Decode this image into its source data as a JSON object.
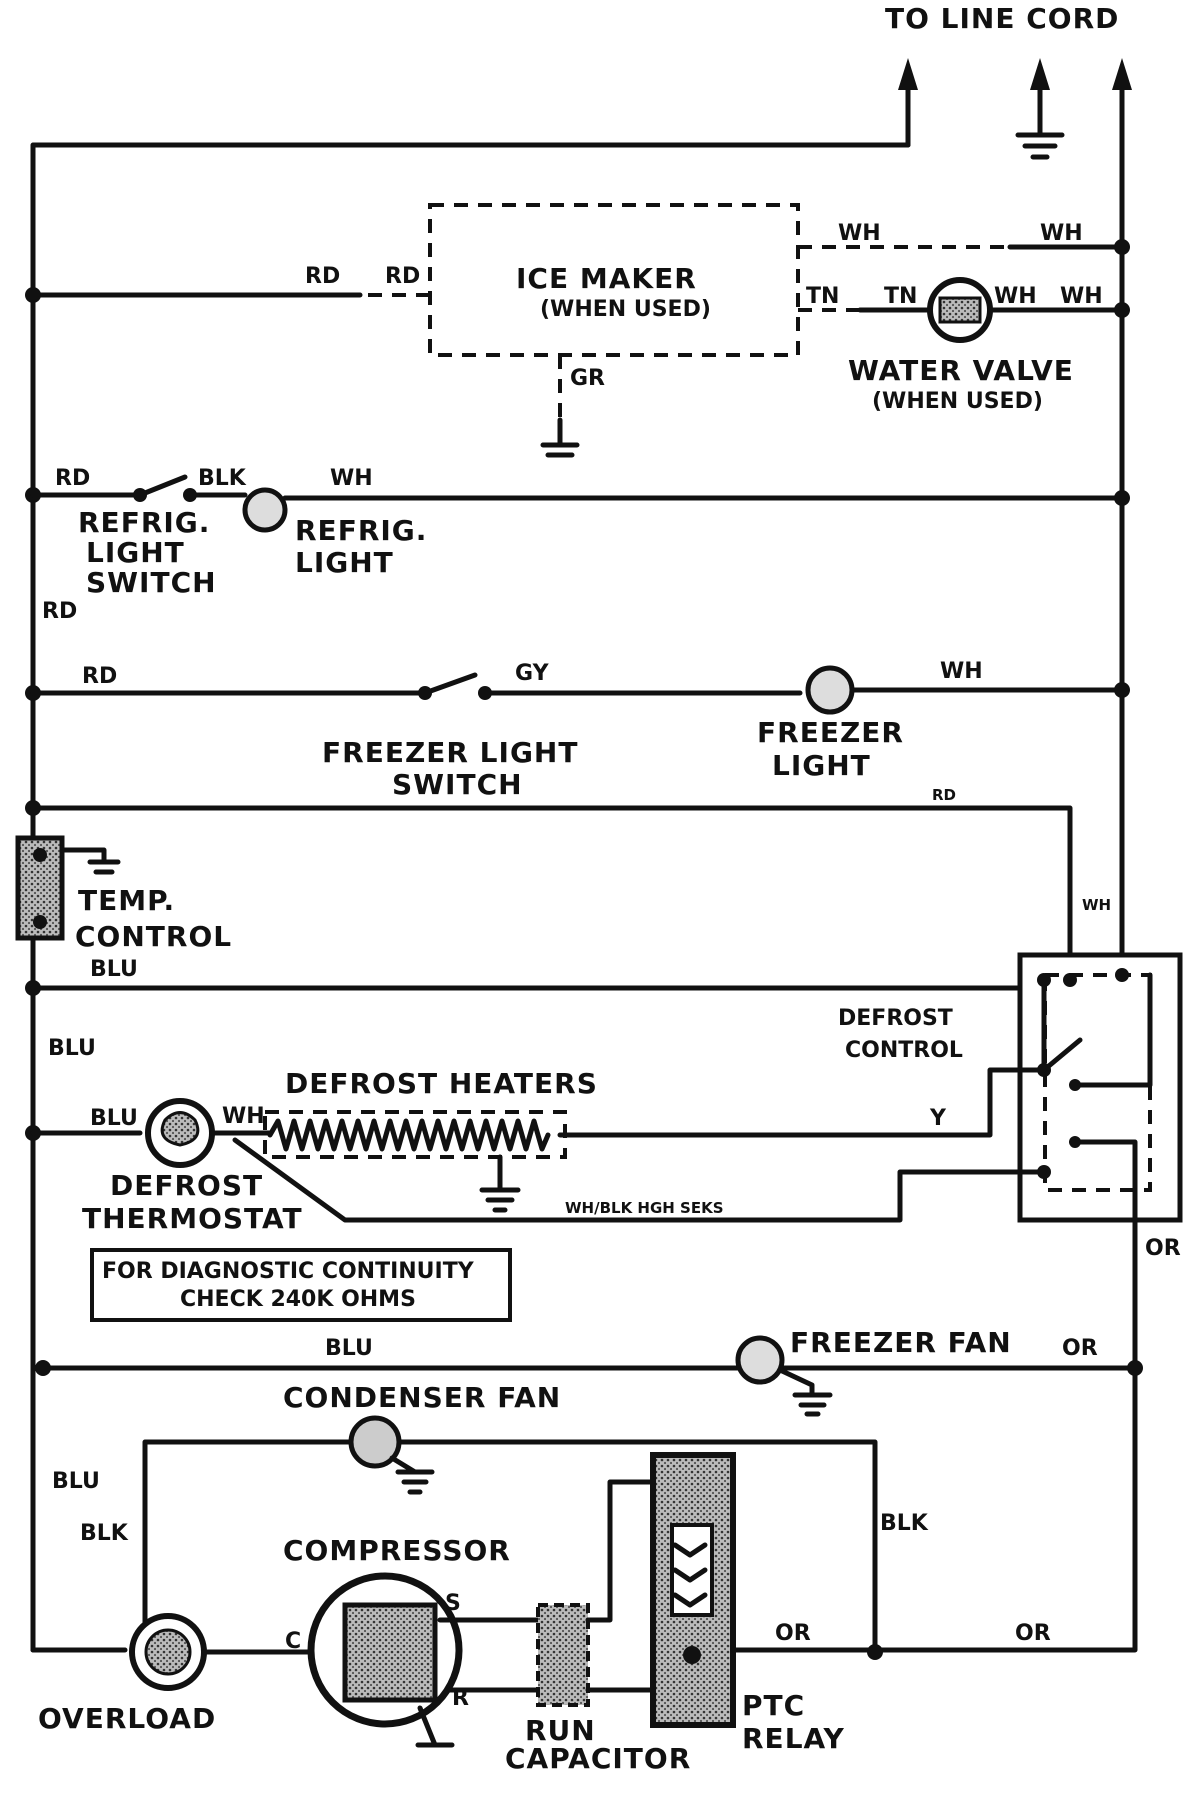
{
  "labels": {
    "to_line_cord": "TO LINE CORD",
    "ice_maker": "ICE MAKER",
    "ice_maker_sub": "(WHEN USED)",
    "water_valve": "WATER VALVE",
    "water_valve_sub": "(WHEN USED)",
    "refrig_light_switch_1": "REFRIG.",
    "refrig_light_switch_2": "LIGHT",
    "refrig_light_switch_3": "SWITCH",
    "refrig_light_1": "REFRIG.",
    "refrig_light_2": "LIGHT",
    "freezer_light_switch_1": "FREEZER LIGHT",
    "freezer_light_switch_2": "SWITCH",
    "freezer_light_1": "FREEZER",
    "freezer_light_2": "LIGHT",
    "temp_control_1": "TEMP.",
    "temp_control_2": "CONTROL",
    "defrost_control_1": "DEFROST",
    "defrost_control_2": "CONTROL",
    "defrost_heaters": "DEFROST HEATERS",
    "defrost_thermostat_1": "DEFROST",
    "defrost_thermostat_2": "THERMOSTAT",
    "diag_1": "FOR DIAGNOSTIC CONTINUITY",
    "diag_2": "CHECK 240K OHMS",
    "freezer_fan": "FREEZER FAN",
    "condenser_fan": "CONDENSER FAN",
    "compressor": "COMPRESSOR",
    "overload": "OVERLOAD",
    "run_capacitor_1": "RUN",
    "run_capacitor_2": "CAPACITOR",
    "ptc_relay_1": "PTC",
    "ptc_relay_2": "RELAY",
    "terminal_c": "C",
    "terminal_s": "S",
    "terminal_r": "R"
  },
  "wires": {
    "rd": "RD",
    "wh": "WH",
    "tn": "TN",
    "gr": "GR",
    "blk": "BLK",
    "gy": "GY",
    "blu": "BLU",
    "y": "Y",
    "or": "OR",
    "wh_blk_stripe": "WH/BLK HGH SEKS"
  }
}
